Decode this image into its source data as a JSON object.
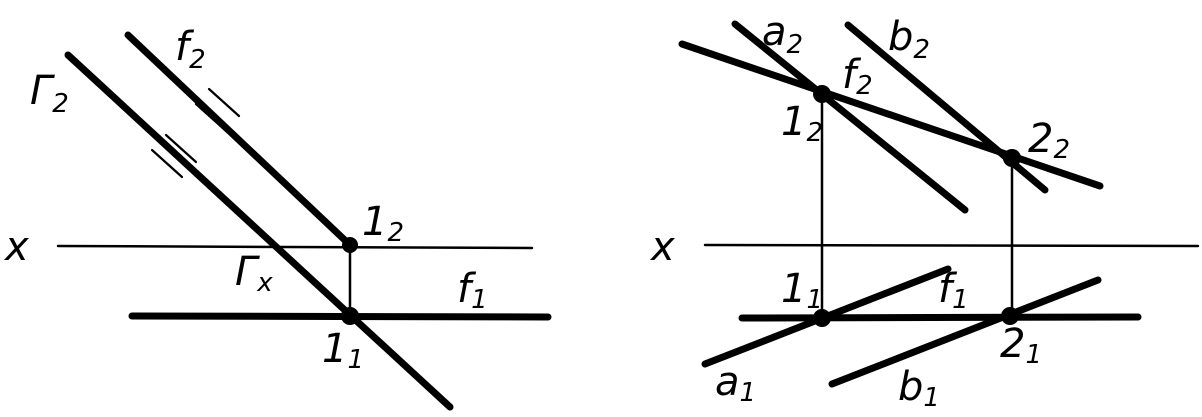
{
  "left_figure": {
    "axis_label": "x",
    "labels": {
      "gamma2": {
        "main": "Γ",
        "sub": "2"
      },
      "f2": {
        "main": "f",
        "sub": "2"
      },
      "point_1_2": {
        "main": "1",
        "sub": "2"
      },
      "gamma_x": {
        "main": "Γ",
        "sub": "x"
      },
      "f1": {
        "main": "f",
        "sub": "1"
      },
      "point_1_1": {
        "main": "1",
        "sub": "1"
      }
    }
  },
  "right_figure": {
    "axis_label": "x",
    "labels": {
      "a2": {
        "main": "a",
        "sub": "2"
      },
      "b2": {
        "main": "b",
        "sub": "2"
      },
      "f2": {
        "main": "f",
        "sub": "2"
      },
      "point_1_2": {
        "main": "1",
        "sub": "2"
      },
      "point_2_2": {
        "main": "2",
        "sub": "2"
      },
      "point_1_1": {
        "main": "1",
        "sub": "1"
      },
      "f1": {
        "main": "f",
        "sub": "1"
      },
      "point_2_1": {
        "main": "2",
        "sub": "1"
      },
      "a1": {
        "main": "a",
        "sub": "1"
      },
      "b1": {
        "main": "b",
        "sub": "1"
      }
    }
  }
}
